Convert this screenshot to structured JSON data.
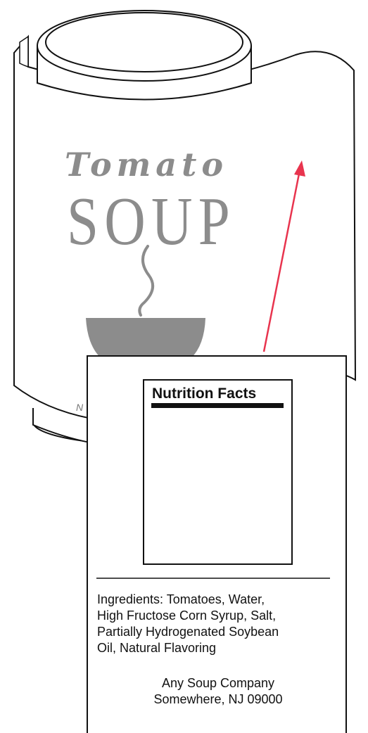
{
  "can": {
    "brand_line1": "Tomato",
    "brand_line2": "SOUP",
    "partial_text": "N",
    "colors": {
      "brand_gray": "#8c8c8c",
      "arrow": "#e8344e",
      "outline": "#111111"
    }
  },
  "label": {
    "nutrition_title": "Nutrition Facts",
    "ingredients_lines": [
      "Ingredients: Tomatoes, Water,",
      "High Fructose Corn Syrup, Salt,",
      "Partially Hydrogenated Soybean",
      "Oil, Natural Flavoring"
    ],
    "company": "Any Soup Company",
    "address": "Somewhere, NJ 09000"
  },
  "icons": [
    "steam-icon",
    "bowl-icon",
    "arrow-icon"
  ]
}
